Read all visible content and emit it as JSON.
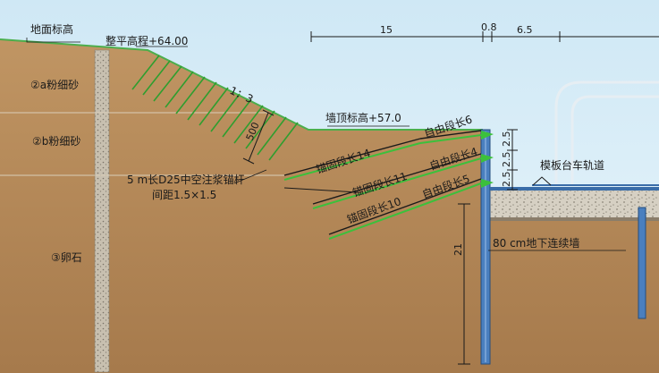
{
  "labels": {
    "ground_level": "地面标高",
    "graded_level": "整平高程+64.00",
    "slope_ratio": "1：3",
    "wall_top_level": "墙顶标高+57.0",
    "layer_2a": "②a粉细砂",
    "layer_2b": "②b粉细砂",
    "layer_3": "③卵石",
    "anchor_note_line1": "5 m长D25中空注浆锚杆",
    "anchor_note_line2": "间距1.5×1.5",
    "slope_dim": "500",
    "dim_15": "15",
    "dim_08": "0.8",
    "dim_65": "6.5",
    "dim_25a": "2.5",
    "dim_25b": "2.5",
    "dim_25c": "2.5",
    "dim_21": "21",
    "anchor1_fixed": "锚固段长14",
    "anchor1_free": "自由段长6",
    "anchor2_fixed": "锚固段长11",
    "anchor2_free": "自由段长4",
    "anchor3_fixed": "锚固段长10",
    "anchor3_free": "自由段长5",
    "track": "模板台车轨道",
    "diaphragm_wall": "80 cm地下连续墙"
  },
  "colors": {
    "sky": "#d9eef8",
    "soil": "#b88c5c",
    "soil_dark": "#9f7447",
    "anchor_green": "#3cc03c",
    "wall_blue": "#3a6da8",
    "ground_line": "#4cae4c"
  }
}
